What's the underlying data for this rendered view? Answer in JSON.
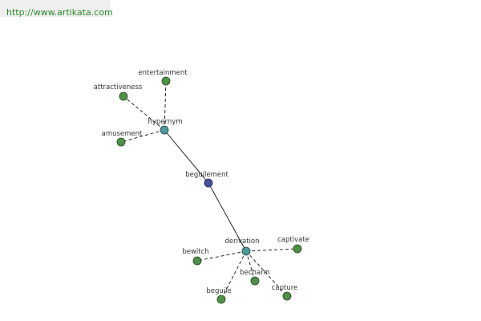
{
  "header": {
    "url": "http://www.artikata.com"
  },
  "graph": {
    "root": {
      "label": "beguilement"
    },
    "relations": {
      "hypernym": {
        "label": "hypernym"
      },
      "derivation": {
        "label": "derivation"
      }
    },
    "leaves": {
      "entertainment": "entertainment",
      "attractiveness": "attractiveness",
      "amusement": "amusement",
      "bewitch": "bewitch",
      "captivate": "captivate",
      "becharm": "becharm",
      "beguile": "beguile",
      "capture": "capture"
    }
  },
  "colors": {
    "leaf": "#4f8f4a",
    "relation": "#4f9a9a",
    "root": "#4a4f9a"
  }
}
